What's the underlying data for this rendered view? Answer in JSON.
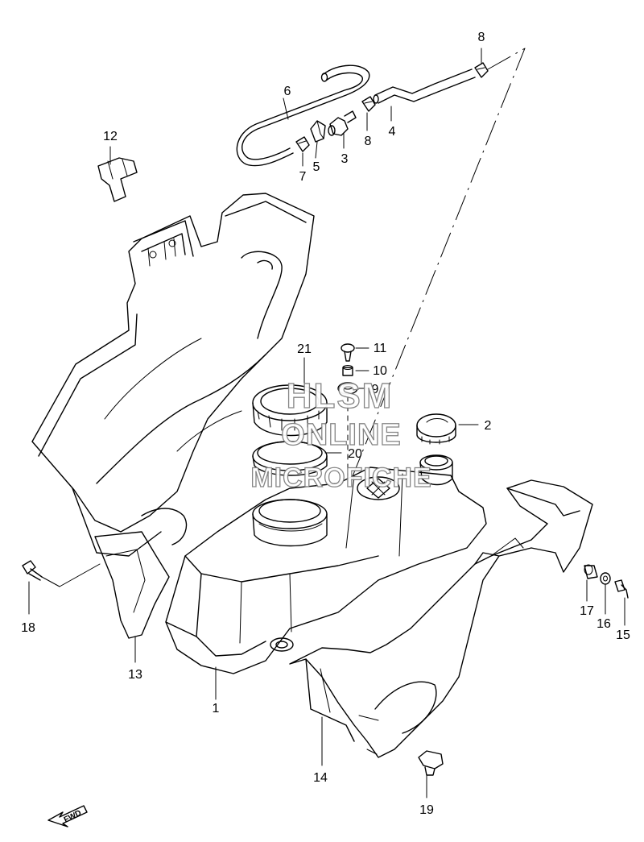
{
  "callouts": [
    {
      "id": "1",
      "text": "1"
    },
    {
      "id": "2",
      "text": "2"
    },
    {
      "id": "3",
      "text": "3"
    },
    {
      "id": "4",
      "text": "4"
    },
    {
      "id": "5",
      "text": "5"
    },
    {
      "id": "6",
      "text": "6"
    },
    {
      "id": "7",
      "text": "7"
    },
    {
      "id": "8a",
      "text": "8"
    },
    {
      "id": "8b",
      "text": "8"
    },
    {
      "id": "9",
      "text": "9"
    },
    {
      "id": "10",
      "text": "10"
    },
    {
      "id": "11",
      "text": "11"
    },
    {
      "id": "12",
      "text": "12"
    },
    {
      "id": "13",
      "text": "13"
    },
    {
      "id": "14",
      "text": "14"
    },
    {
      "id": "15",
      "text": "15"
    },
    {
      "id": "16",
      "text": "16"
    },
    {
      "id": "17",
      "text": "17"
    },
    {
      "id": "18",
      "text": "18"
    },
    {
      "id": "19",
      "text": "19"
    },
    {
      "id": "20",
      "text": "20"
    },
    {
      "id": "21",
      "text": "21"
    }
  ],
  "watermark": {
    "line1": "HLSM",
    "line2": "ONLINE",
    "line3": "MICROFICHE"
  },
  "fwd_label": "FWD"
}
